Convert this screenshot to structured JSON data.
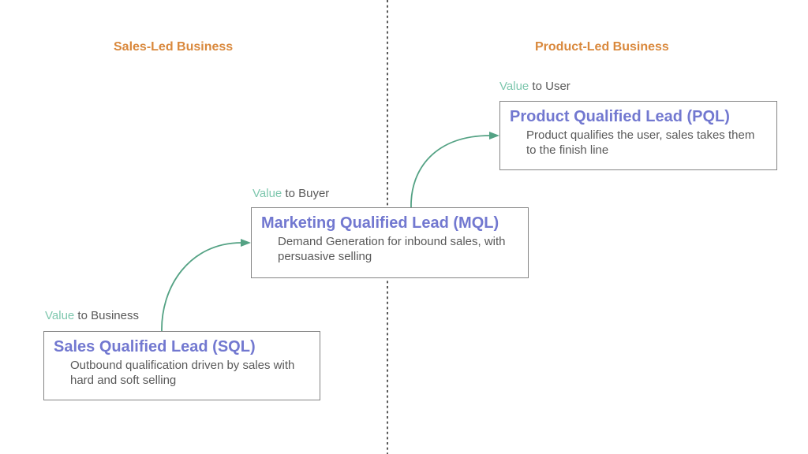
{
  "headers": {
    "left": "Sales-Led Business",
    "right": "Product-Led Business"
  },
  "stages": [
    {
      "id": "sql",
      "value_label": {
        "highlight": "Value",
        "rest": " to Business"
      },
      "title": "Sales Qualified Lead (SQL)",
      "description": "Outbound qualification driven by sales with\nhard and soft selling"
    },
    {
      "id": "mql",
      "value_label": {
        "highlight": "Value",
        "rest": " to Buyer"
      },
      "title": "Marketing Qualified Lead (MQL)",
      "description": "Demand Generation for inbound sales, with\npersuasive selling"
    },
    {
      "id": "pql",
      "value_label": {
        "highlight": "Value",
        "rest": " to User"
      },
      "title": "Product Qualified Lead (PQL)",
      "description": "Product qualifies the user, sales takes them\nto the finish line"
    }
  ],
  "colors": {
    "background": "#ffffff",
    "orange": "#d9883c",
    "purple": "#7278d0",
    "teal": "#7ec7ae",
    "green": "#54a284",
    "text_gray": "#595959",
    "border_gray": "#848484",
    "divider_gray": "#3c3c3c"
  }
}
